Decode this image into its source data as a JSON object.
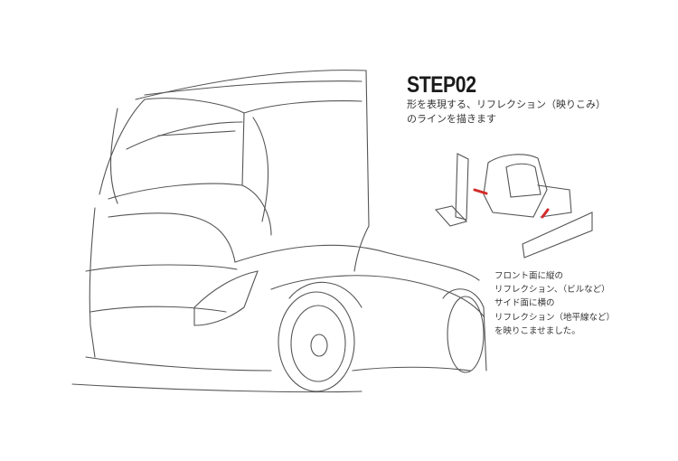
{
  "step": {
    "title": "STEP02",
    "description": [
      "形を表現する、リフレクション（映りこみ）",
      "のラインを描きます"
    ]
  },
  "note": {
    "lines": [
      "フロント面に縦の",
      "リフレクション、（ビルなど）",
      "サイド面に横の",
      "リフレクション（地平線など）",
      "を映りこませました。"
    ]
  },
  "colors": {
    "sketch": "#555555",
    "arrow": "#d42a2a"
  }
}
